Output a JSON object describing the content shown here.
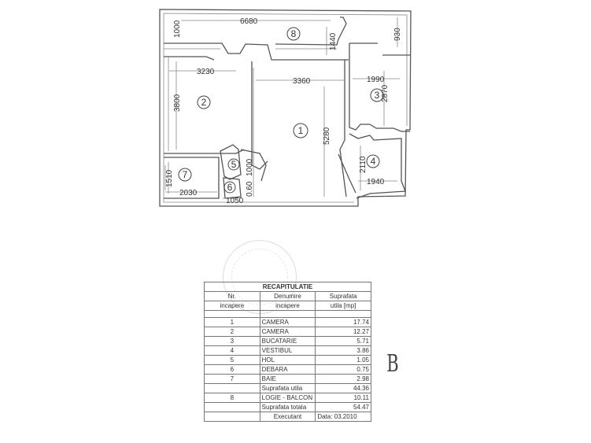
{
  "plan": {
    "dimensions": {
      "top_width": "6680",
      "top_left_height": "1000",
      "hall_small": "1440",
      "right_top": "930",
      "room2_width": "3230",
      "room1_width": "3360",
      "room3_width": "1990",
      "room2_height": "3800",
      "room1_height": "5280",
      "room3_height": "2870",
      "room4_height": "2110",
      "room4_width": "1940",
      "room7_height": "1510",
      "room7_width": "2030",
      "room5_height": "1000",
      "room6_height": "0.60",
      "room6_width": "1050"
    },
    "room_numbers": [
      "1",
      "2",
      "3",
      "4",
      "5",
      "6",
      "7",
      "8"
    ]
  },
  "recap": {
    "title": "RECAPITULATIE",
    "headers": {
      "nr": "Nr.",
      "nr2": "incapere",
      "name": "Denumire",
      "name2": "incapere",
      "area": "Suprafata",
      "area2": "utila [mp]"
    },
    "rows": [
      {
        "nr": "1",
        "name": "CAMERA",
        "area": "17.74"
      },
      {
        "nr": "2",
        "name": "CAMERA",
        "area": "12.27"
      },
      {
        "nr": "3",
        "name": "BUCATARIE",
        "area": "5.71"
      },
      {
        "nr": "4",
        "name": "VESTIBUL",
        "area": "3.86"
      },
      {
        "nr": "5",
        "name": "HOL",
        "area": "1.05"
      },
      {
        "nr": "6",
        "name": "DEBARA",
        "area": "0.75"
      },
      {
        "nr": "7",
        "name": "BAIE",
        "area": "2.98"
      }
    ],
    "useful_label": "Suprafata utila",
    "useful_value": "44.36",
    "balcony": {
      "nr": "8",
      "name": "LOGIE - BALCON",
      "area": "10.11"
    },
    "total_label": "Suprafata totala",
    "total_value": "54.47",
    "executed_label": "Executant",
    "date_label": "Data: 03.2010"
  },
  "handwritten": "B"
}
